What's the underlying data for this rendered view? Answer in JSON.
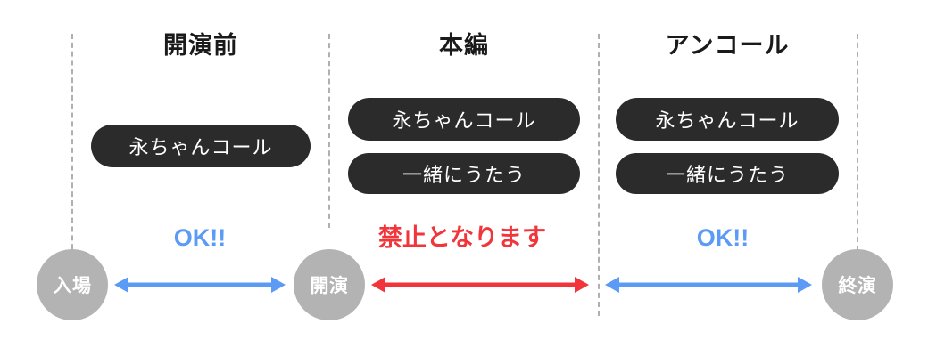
{
  "diagram": {
    "title_bar_absent": true,
    "colors": {
      "pill_bg": "#2b2b2b",
      "node_bg": "#b3b3b3",
      "ok_blue": "#5b9bf5",
      "ng_red": "#f2353a",
      "divider": "#b0b0b0",
      "background": "#ffffff"
    },
    "phases": [
      {
        "id": "pre-show",
        "title": "開演前",
        "items": [
          "永ちゃんコール"
        ]
      },
      {
        "id": "main-set",
        "title": "本編",
        "items": [
          "永ちゃんコール",
          "一緒にうたう"
        ]
      },
      {
        "id": "encore",
        "title": "アンコール",
        "items": [
          "永ちゃんコール",
          "一緒にうたう"
        ]
      }
    ],
    "timeline": {
      "nodes": [
        {
          "id": "entry",
          "label": "入場"
        },
        {
          "id": "show-start",
          "label": "開演"
        },
        {
          "id": "show-end",
          "label": "終演"
        }
      ],
      "segments": [
        {
          "id": "pre-show-segment",
          "verdict": "OK!!",
          "status": "allowed",
          "arrow_color": "#5b9bf5"
        },
        {
          "id": "main-set-segment",
          "verdict_strong": "禁止",
          "verdict_tail": "となります",
          "status": "prohibited",
          "arrow_color": "#f2353a"
        },
        {
          "id": "encore-segment",
          "verdict": "OK!!",
          "status": "allowed",
          "arrow_color": "#5b9bf5"
        }
      ]
    }
  }
}
